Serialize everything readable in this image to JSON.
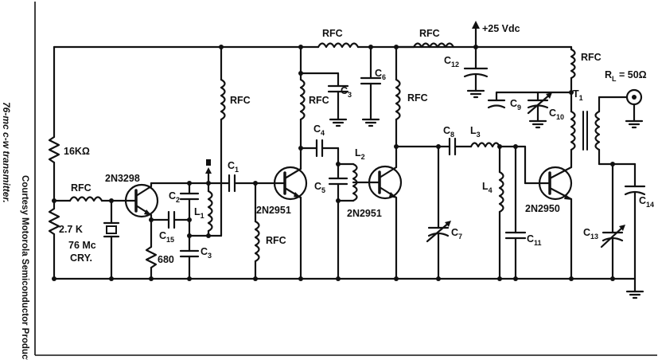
{
  "side_caption": "76-mc c-w transmitter.",
  "credit": "Courtesy Motorola Semiconductor Products",
  "supply": "+25 Vdc",
  "load": {
    "r": "R",
    "sub": "L",
    "value": " = 50Ω"
  },
  "labels": {
    "rfc": "RFC",
    "r16k": "16KΩ",
    "r2k7": "2.7 K",
    "crystal_freq": "76 Mc",
    "crystal": "CRY.",
    "r680": "680",
    "q1": "2N3298",
    "q2": "2N2951",
    "q3": "2N2951",
    "q4": "2N2950",
    "c": "C",
    "l": "L",
    "t": "T",
    "sub1": "1",
    "sub2": "2",
    "sub3": "3",
    "sub4": "4",
    "sub5": "5",
    "sub6": "6",
    "sub7": "7",
    "sub8": "8",
    "sub9": "9",
    "sub10": "10",
    "sub11": "11",
    "sub12": "12",
    "sub13": "13",
    "sub14": "14",
    "sub15": "15"
  }
}
